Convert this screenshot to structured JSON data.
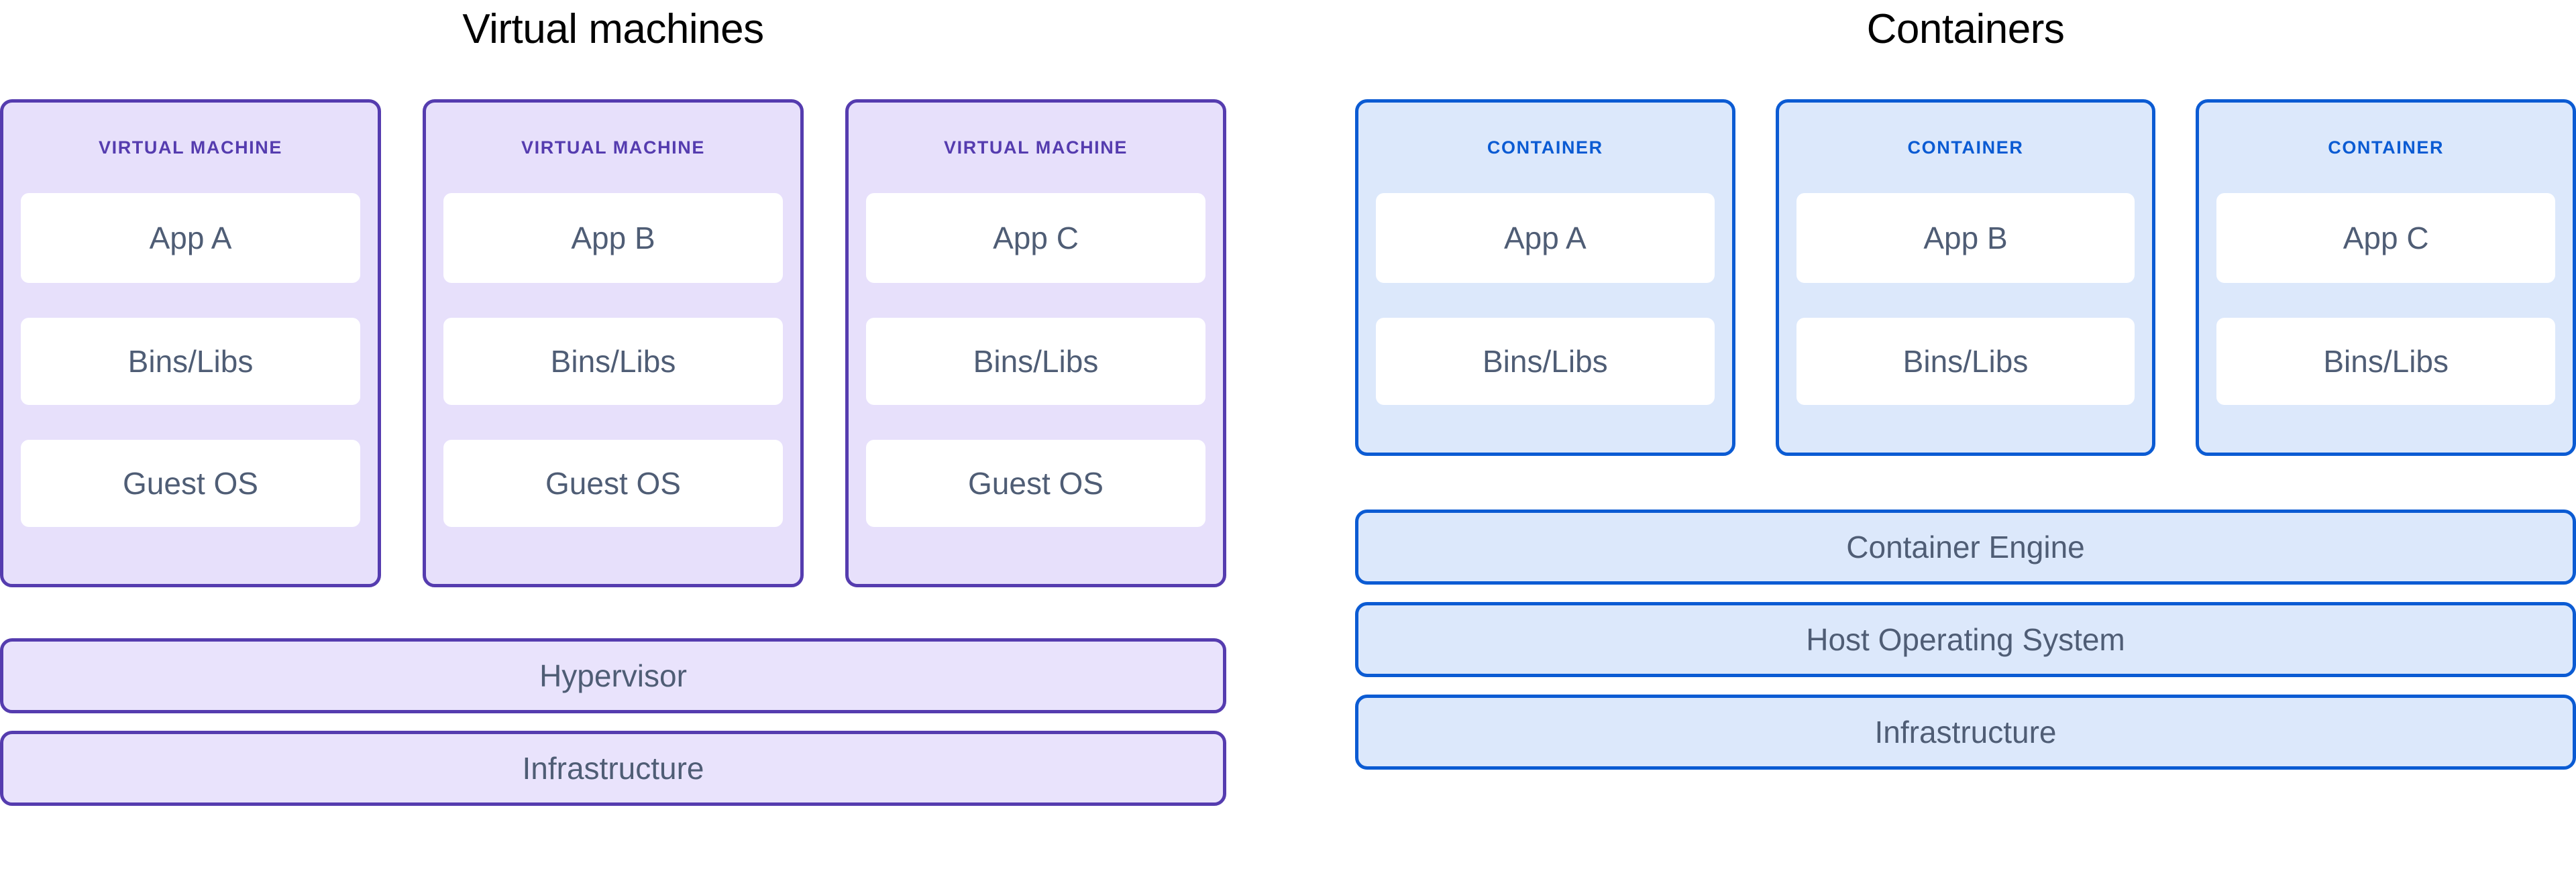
{
  "diagram": {
    "title_left": "Virtual machines",
    "title_right": "Containers",
    "colors": {
      "vm_border": "#553CAF",
      "vm_fill": "#E7E0FB",
      "vm_accent_text": "#553CAF",
      "container_border": "#0B5BD3",
      "container_fill": "#DCE8FB",
      "container_accent_text": "#0B5BD3",
      "inner_box_fill": "#FFFFFF",
      "body_text": "#4F5D75",
      "title_text": "#000000",
      "page_background": "#FFFFFF"
    }
  },
  "virtual_machines": {
    "heading": "Virtual machines",
    "cards": [
      {
        "kicker": "VIRTUAL MACHINE",
        "app": "App A",
        "bins": "Bins/Libs",
        "guest_os": "Guest OS"
      },
      {
        "kicker": "VIRTUAL MACHINE",
        "app": "App B",
        "bins": "Bins/Libs",
        "guest_os": "Guest OS"
      },
      {
        "kicker": "VIRTUAL MACHINE",
        "app": "App C",
        "bins": "Bins/Libs",
        "guest_os": "Guest OS"
      }
    ],
    "layers": [
      {
        "label": "Hypervisor"
      },
      {
        "label": "Infrastructure"
      }
    ]
  },
  "containers": {
    "heading": "Containers",
    "cards": [
      {
        "kicker": "CONTAINER",
        "app": "App A",
        "bins": "Bins/Libs"
      },
      {
        "kicker": "CONTAINER",
        "app": "App B",
        "bins": "Bins/Libs"
      },
      {
        "kicker": "CONTAINER",
        "app": "App C",
        "bins": "Bins/Libs"
      }
    ],
    "layers": [
      {
        "label": "Container Engine"
      },
      {
        "label": "Host Operating System"
      },
      {
        "label": "Infrastructure"
      }
    ]
  }
}
